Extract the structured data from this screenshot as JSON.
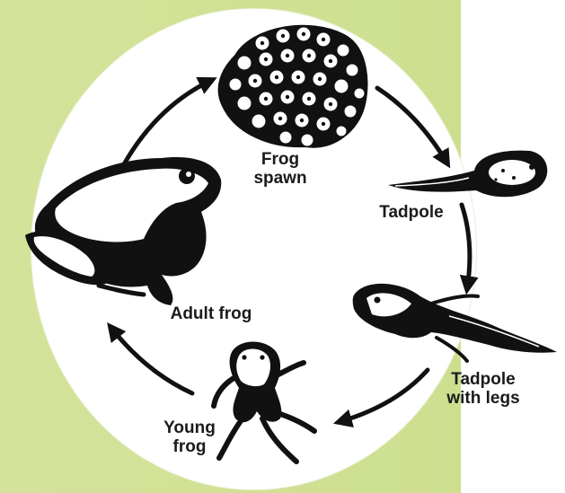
{
  "stages": {
    "spawn": "Frog\nspawn",
    "tadpole": "Tadpole",
    "tadpole_legs": "Tadpole\nwith legs",
    "young_frog": "Young\nfrog",
    "adult_frog": "Adult frog"
  },
  "colors": {
    "background_green": "#cfe095",
    "circle": "#ffffff",
    "ink": "#111111"
  },
  "icons": [
    "frog-spawn-icon",
    "tadpole-icon",
    "tadpole-with-legs-icon",
    "young-frog-icon",
    "adult-frog-icon",
    "cycle-arrow-icon"
  ]
}
